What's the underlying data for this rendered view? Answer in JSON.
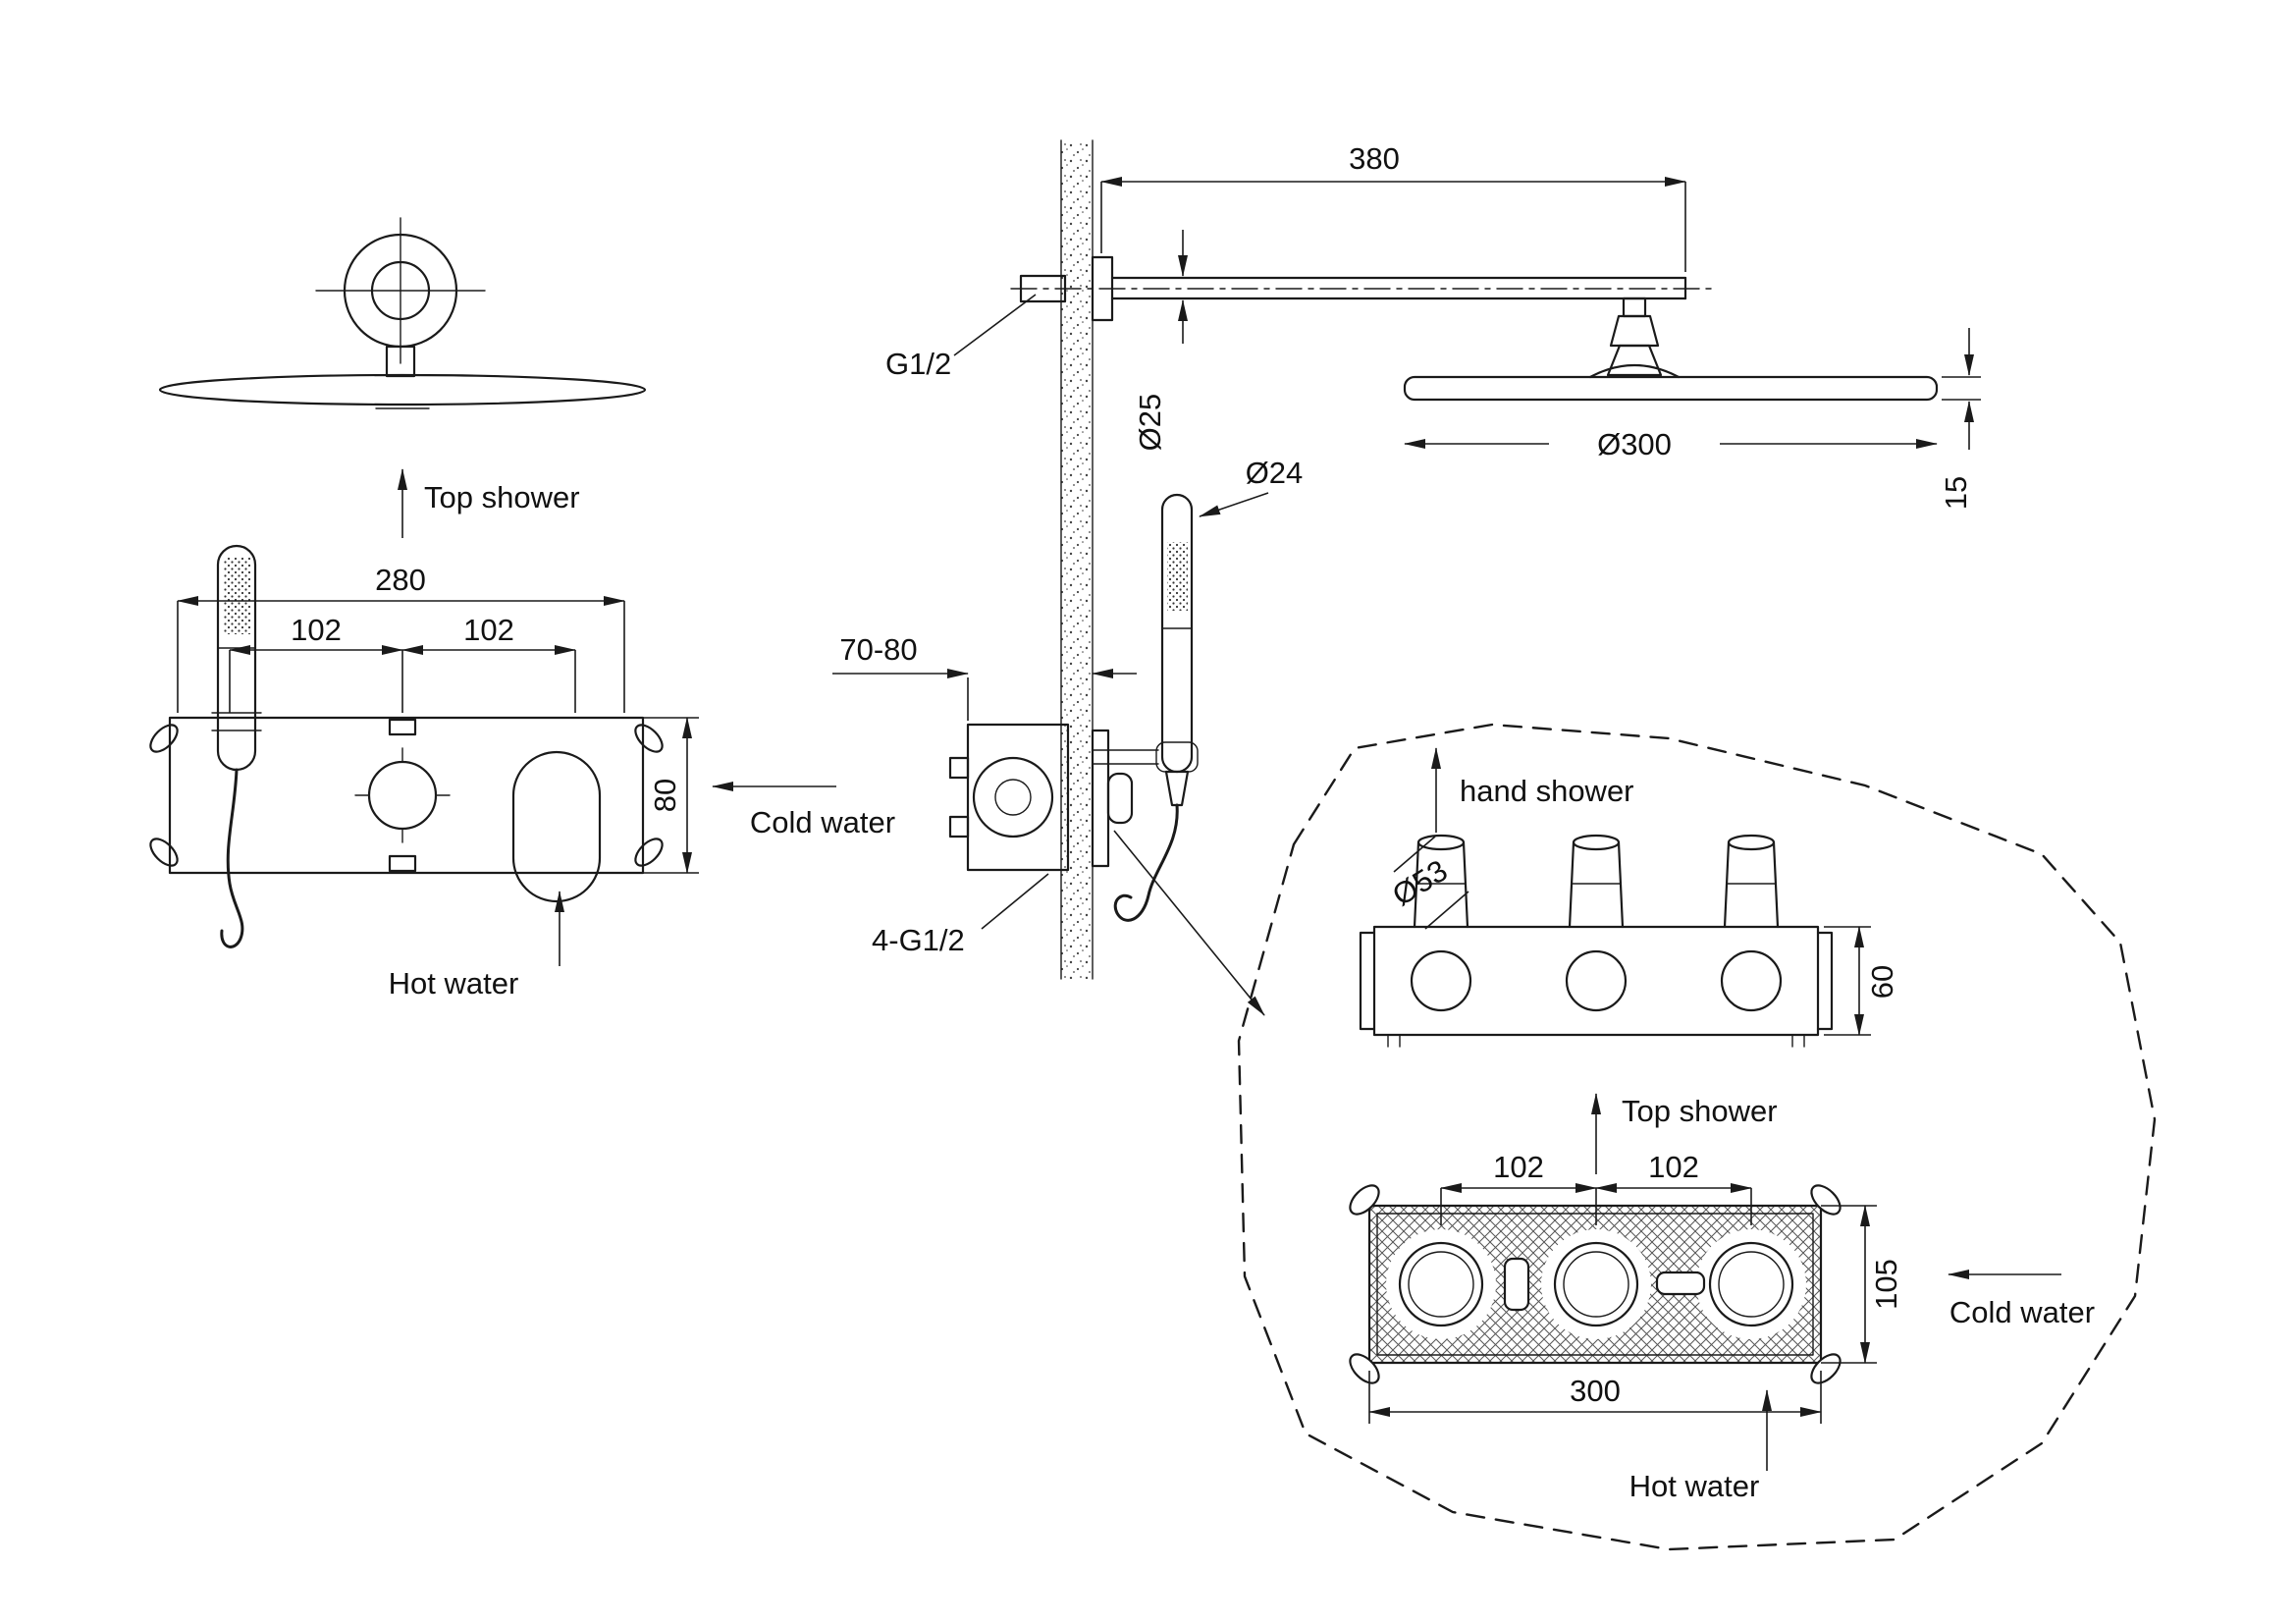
{
  "drawing": {
    "labels": {
      "top_shower_left": "Top shower",
      "cold_water_left": "Cold water",
      "hot_water_left": "Hot water",
      "g_half": "G1/2",
      "four_g_half": "4-G1/2",
      "hand_shower": "hand shower",
      "top_shower_detail": "Top shower",
      "cold_water_detail": "Cold water",
      "hot_water_detail": "Hot water"
    },
    "dims": {
      "arm_length": "380",
      "arm_diameter": "Ø25",
      "hand_shower_diameter": "Ø24",
      "head_diameter": "Ø300",
      "head_thickness": "15",
      "trim_width": "280",
      "trim_spacing_left": "102",
      "trim_spacing_right": "102",
      "trim_height": "80",
      "wall_depth": "70-80",
      "cartridge_diameter": "Ø53",
      "body_height": "60",
      "detail_spacing_left": "102",
      "detail_spacing_right": "102",
      "detail_height": "105",
      "detail_width": "300"
    },
    "colors": {
      "line": "#1a1a1a",
      "background": "#ffffff"
    }
  }
}
